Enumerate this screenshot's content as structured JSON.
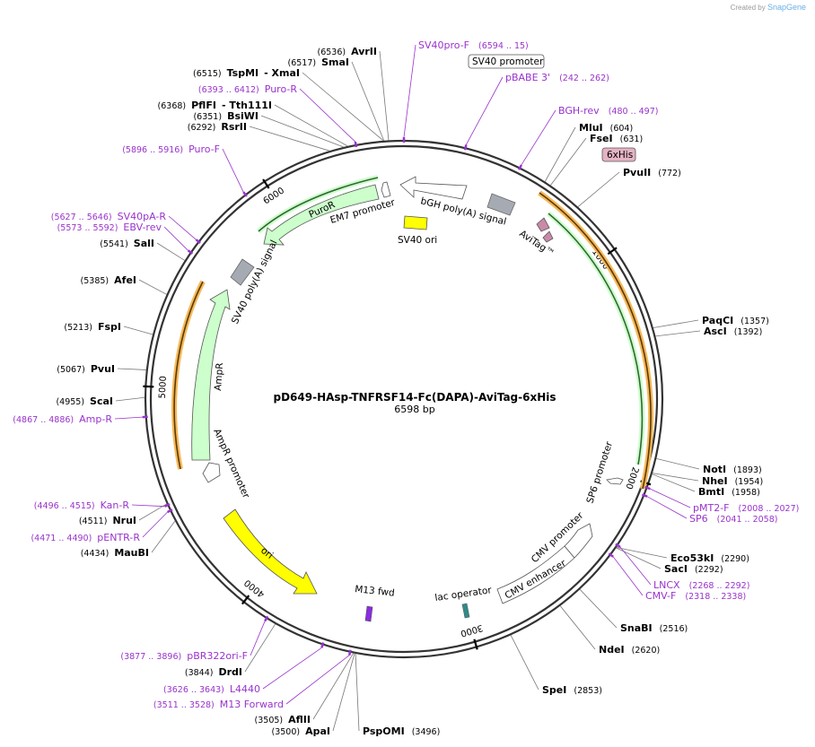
{
  "credit": {
    "prefix": "Created by",
    "brand": "SnapGene"
  },
  "plasmid": {
    "name": "pD649-HAsp-TNFRSF14-Fc(DAPA)-AviTag-6xHis",
    "length_label": "6598 bp",
    "length": 6598
  },
  "ticks": [
    {
      "pos": 1000,
      "label": "1000"
    },
    {
      "pos": 2000,
      "label": "2000"
    },
    {
      "pos": 3000,
      "label": "3000"
    },
    {
      "pos": 4000,
      "label": "4000"
    },
    {
      "pos": 5000,
      "label": "5000"
    },
    {
      "pos": 6000,
      "label": "6000"
    }
  ],
  "enzymes": [
    {
      "name": "AvrII",
      "pos": "(6536)",
      "site": 6536
    },
    {
      "name": "SmaI",
      "pos": "(6517)",
      "site": 6517
    },
    {
      "name": "TspMI",
      "name2": "XmaI",
      "pos": "(6515)",
      "site": 6515
    },
    {
      "name": "PflFI",
      "name2": "Tth111I",
      "pos": "(6368)",
      "site": 6368
    },
    {
      "name": "BsiWI",
      "pos": "(6351)",
      "site": 6351
    },
    {
      "name": "RsrII",
      "pos": "(6292)",
      "site": 6292
    },
    {
      "name": "MluI",
      "pos": "(604)",
      "site": 604
    },
    {
      "name": "FseI",
      "pos": "(631)",
      "site": 631
    },
    {
      "name": "PvuII",
      "pos": "(772)",
      "site": 772
    },
    {
      "name": "PaqCI",
      "pos": "(1357)",
      "site": 1357
    },
    {
      "name": "AscI",
      "pos": "(1392)",
      "site": 1392
    },
    {
      "name": "NotI",
      "pos": "(1893)",
      "site": 1893
    },
    {
      "name": "NheI",
      "pos": "(1954)",
      "site": 1954
    },
    {
      "name": "BmtI",
      "pos": "(1958)",
      "site": 1958
    },
    {
      "name": "Eco53kI",
      "pos": "(2290)",
      "site": 2290
    },
    {
      "name": "SacI",
      "pos": "(2292)",
      "site": 2292
    },
    {
      "name": "SnaBI",
      "pos": "(2516)",
      "site": 2516
    },
    {
      "name": "NdeI",
      "pos": "(2620)",
      "site": 2620
    },
    {
      "name": "SpeI",
      "pos": "(2853)",
      "site": 2853
    },
    {
      "name": "PspOMI",
      "pos": "(3496)",
      "site": 3496
    },
    {
      "name": "ApaI",
      "pos": "(3500)",
      "site": 3500
    },
    {
      "name": "AflII",
      "pos": "(3505)",
      "site": 3505
    },
    {
      "name": "DrdI",
      "pos": "(3844)",
      "site": 3844
    },
    {
      "name": "MauBI",
      "pos": "(4434)",
      "site": 4434
    },
    {
      "name": "NruI",
      "pos": "(4511)",
      "site": 4511
    },
    {
      "name": "ScaI",
      "pos": "(4955)",
      "site": 4955
    },
    {
      "name": "PvuI",
      "pos": "(5067)",
      "site": 5067
    },
    {
      "name": "FspI",
      "pos": "(5213)",
      "site": 5213
    },
    {
      "name": "AfeI",
      "pos": "(5385)",
      "site": 5385
    },
    {
      "name": "SalI",
      "pos": "(5541)",
      "site": 5541
    }
  ],
  "primers": [
    {
      "name": "SV40pro-F",
      "pos": "(6594 .. 15)",
      "site": 6598
    },
    {
      "name": "pBABE 3'",
      "pos": "(242 .. 262)",
      "site": 252
    },
    {
      "name": "BGH-rev",
      "pos": "(480 .. 497)",
      "site": 488
    },
    {
      "name": "pMT2-F",
      "pos": "(2008 .. 2027)",
      "site": 2017
    },
    {
      "name": "SP6",
      "pos": "(2041 .. 2058)",
      "site": 2050
    },
    {
      "name": "LNCX",
      "pos": "(2268 .. 2292)",
      "site": 2280
    },
    {
      "name": "CMV-F",
      "pos": "(2318 .. 2338)",
      "site": 2328
    },
    {
      "name": "pBR322ori-F",
      "pos": "(3877 .. 3896)",
      "site": 3886
    },
    {
      "name": "L4440",
      "pos": "(3626 .. 3643)",
      "site": 3634
    },
    {
      "name": "M13 Forward",
      "pos": "(3511 .. 3528)",
      "site": 3519
    },
    {
      "name": "Kan-R",
      "pos": "(4496 .. 4515)",
      "site": 4505
    },
    {
      "name": "pENTR-R",
      "pos": "(4471 .. 4490)",
      "site": 4480
    },
    {
      "name": "Amp-R",
      "pos": "(4867 .. 4886)",
      "site": 4876
    },
    {
      "name": "SV40pA-R",
      "pos": "(5627 .. 5646)",
      "site": 5636
    },
    {
      "name": "EBV-rev",
      "pos": "(5573 .. 5592)",
      "site": 5582
    },
    {
      "name": "Puro-F",
      "pos": "(5896 .. 5916)",
      "site": 5906
    },
    {
      "name": "Puro-R",
      "pos": "(6393 .. 6412)",
      "site": 6402
    }
  ],
  "features": [
    {
      "label": "SV40 promoter",
      "kind": "boxed"
    },
    {
      "label": "6xHis",
      "kind": "tag",
      "color": "#e5b3c3"
    },
    {
      "label": "bGH poly(A) signal"
    },
    {
      "label": "AviTag™"
    },
    {
      "label": "SV40 ori"
    },
    {
      "label": "EM7 promoter"
    },
    {
      "label": "PuroR"
    },
    {
      "label": "SV40 poly(A) signal"
    },
    {
      "label": "AmpR"
    },
    {
      "label": "AmpR promoter"
    },
    {
      "label": "ori"
    },
    {
      "label": "M13 fwd"
    },
    {
      "label": "lac operator"
    },
    {
      "label": "CMV enhancer"
    },
    {
      "label": "CMV promoter"
    },
    {
      "label": "SP6 promoter"
    }
  ],
  "colors": {
    "backbone": "#333333",
    "primer": "#9933cc",
    "promoter_fill": "#ffffff",
    "cds_green": "#ccffcc",
    "orf_orange": "#f5b85a",
    "ori_yellow": "#ffff00",
    "polyA_gray": "#a6abb3",
    "operator_teal": "#2e8b8b"
  }
}
